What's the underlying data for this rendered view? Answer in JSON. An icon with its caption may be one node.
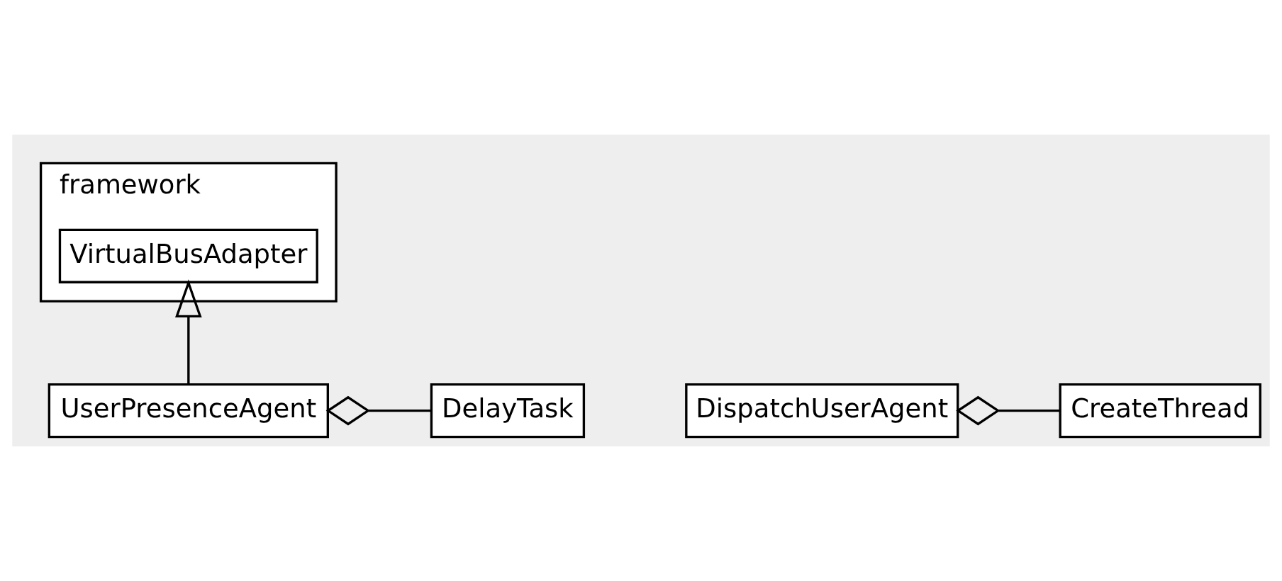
{
  "diagram": {
    "nodes": [
      {
        "text": [
          "framework"
        ]
      },
      {
        "text": [
          "VirtualBusAdapter"
        ],
        "in": 0
      },
      {
        "text": [
          "DispatchUserAgent"
        ]
      },
      {
        "text": [
          "CreateThread"
        ]
      },
      {
        "text": [
          "UserPresenceAgent"
        ]
      },
      {
        "text": [
          "DelayTask"
        ]
      }
    ],
    "edges": [
      {
        "from": 4,
        "to": 1,
        "arrow": "to"
      },
      {
        "from": 2,
        "to": 3,
        "arrow": "other"
      },
      {
        "from": 4,
        "to": 5,
        "arrow": "other"
      }
    ]
  }
}
